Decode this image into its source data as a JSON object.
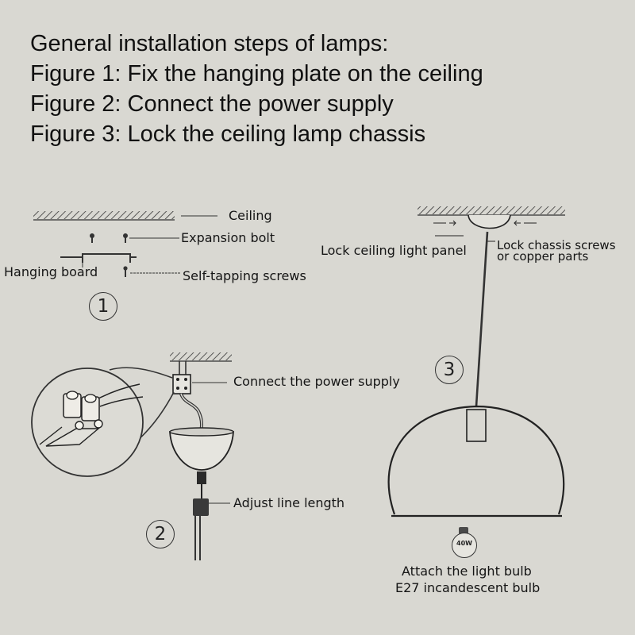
{
  "title": {
    "line1": "General installation steps of lamps:",
    "line2": "Figure 1: Fix the hanging plate on the ceiling",
    "line3": "Figure 2: Connect the power supply",
    "line4": "Figure 3: Lock the ceiling lamp chassis"
  },
  "figure1": {
    "number": "1",
    "ceiling": "Ceiling",
    "expansion_bolt": "Expansion bolt",
    "hanging_board": "Hanging board",
    "self_tapping_screws": "Self-tapping screws"
  },
  "figure2": {
    "number": "2",
    "connect_power": "Connect the power supply",
    "adjust_line": "Adjust line length"
  },
  "figure3": {
    "number": "3",
    "lock_panel": "Lock ceiling light panel",
    "lock_chassis_1": "Lock chassis screws",
    "lock_chassis_2": "or copper parts",
    "bulb_watt": "40W",
    "attach_bulb": "Attach the light bulb",
    "bulb_type": "E27 incandescent bulb"
  },
  "colors": {
    "background": "#d9d8d2",
    "ink": "#111111",
    "line": "#333333"
  }
}
